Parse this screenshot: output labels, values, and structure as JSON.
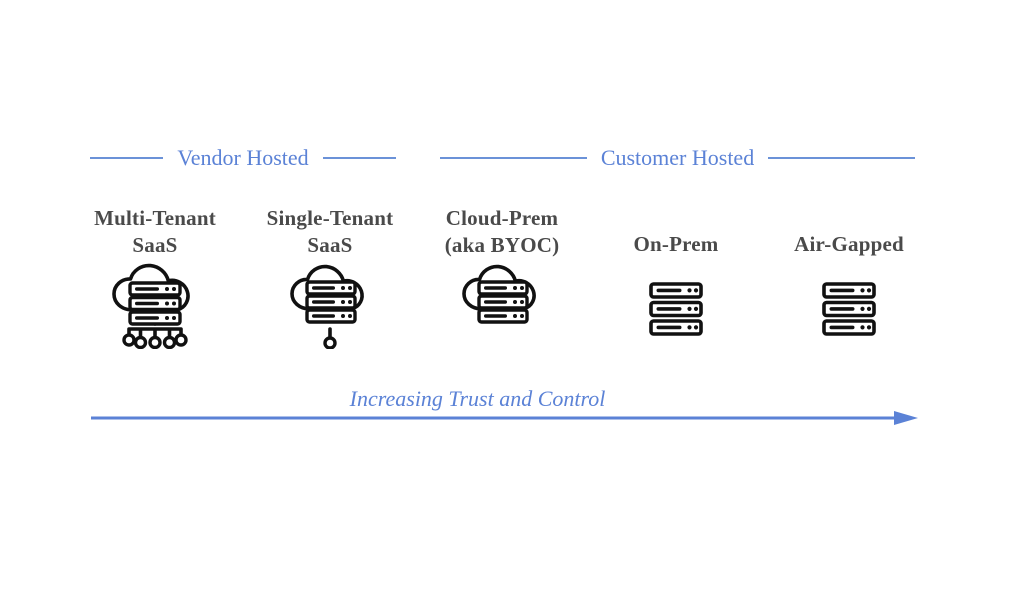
{
  "diagram": {
    "sections": [
      {
        "id": "vendor-hosted",
        "label": "Vendor Hosted"
      },
      {
        "id": "customer-hosted",
        "label": "Customer Hosted"
      }
    ],
    "columns": [
      {
        "id": "multi-tenant-saas",
        "heading_line1": "Multi-Tenant",
        "heading_line2": "SaaS",
        "icon": "cloud-server-network-icon"
      },
      {
        "id": "single-tenant-saas",
        "heading_line1": "Single-Tenant",
        "heading_line2": "SaaS",
        "icon": "cloud-server-single-node-icon"
      },
      {
        "id": "cloud-prem-byoc",
        "heading_line1": "Cloud-Prem",
        "heading_line2": "(aka BYOC)",
        "icon": "cloud-server-icon"
      },
      {
        "id": "on-prem",
        "heading_line1": "On-Prem",
        "heading_line2": "",
        "icon": "server-rack-icon"
      },
      {
        "id": "air-gapped",
        "heading_line1": "Air-Gapped",
        "heading_line2": "",
        "icon": "server-rack-icon"
      }
    ],
    "axis": {
      "caption": "Increasing Trust and Control",
      "direction": "right"
    },
    "colors": {
      "accent_blue": "#5b82d6",
      "rule_blue": "#6b92d8",
      "heading_gray": "#4a4a4a",
      "icon_black": "#111111",
      "background": "#ffffff"
    }
  }
}
